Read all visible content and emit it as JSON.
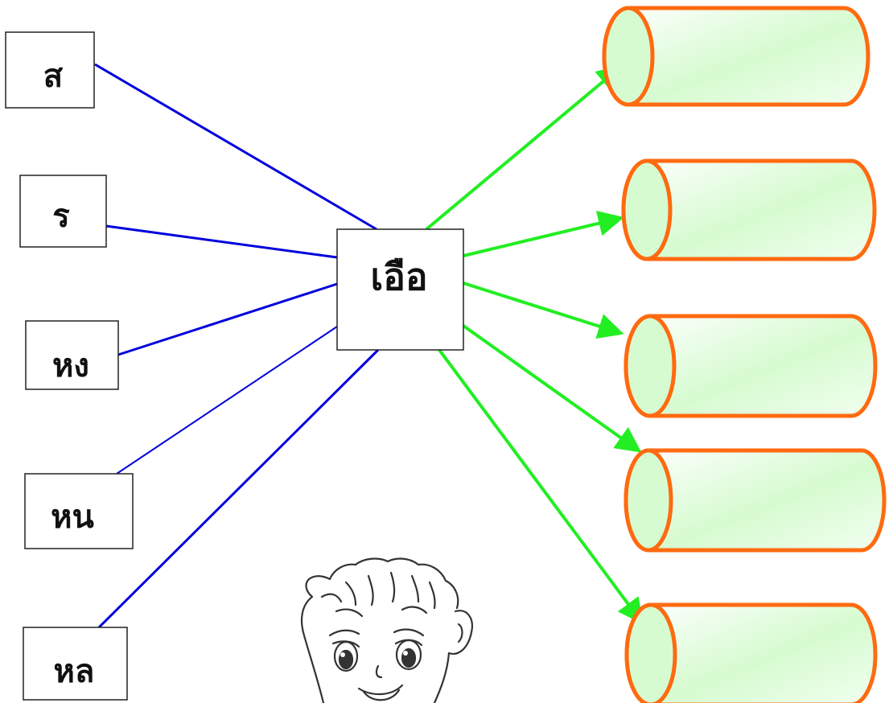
{
  "center": {
    "label": "เอือ"
  },
  "initials": [
    {
      "id": "sor",
      "label": "ส"
    },
    {
      "id": "ror",
      "label": "ร"
    },
    {
      "id": "hng",
      "label": "หง"
    },
    {
      "id": "hn",
      "label": "หน"
    },
    {
      "id": "hl",
      "label": "หล"
    }
  ],
  "answers": [
    {
      "value": ""
    },
    {
      "value": ""
    },
    {
      "value": ""
    },
    {
      "value": ""
    },
    {
      "value": ""
    }
  ],
  "colors": {
    "connector_line": "#0000dd",
    "arrow": "#22ee22",
    "cylinder_stroke": "#ff6a10",
    "cylinder_fill": "#d6fbd0",
    "box_stroke": "#222222"
  },
  "illustration": {
    "icon": "boy-face-sketch-icon"
  }
}
